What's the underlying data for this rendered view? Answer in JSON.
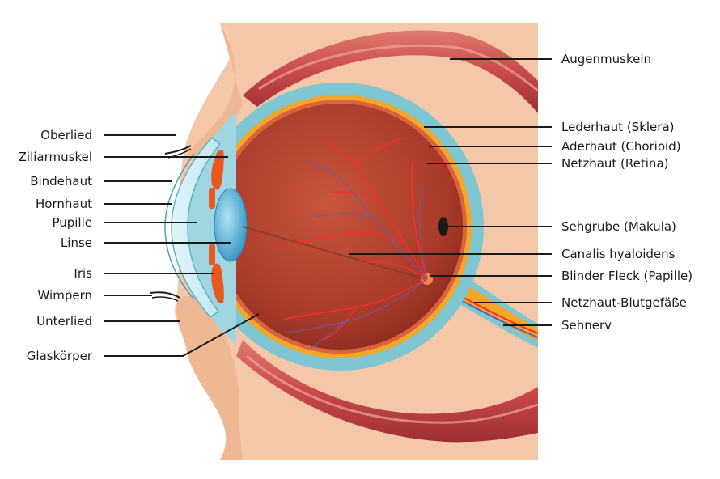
{
  "colors": {
    "skin": "#f4c7a8",
    "muscle": "#c94a4a",
    "sclera": "#7fc6d3",
    "choroid": "#f2a62a",
    "vitreous": "#a63b2c",
    "lens": "#3fa8cf",
    "iris": "#e8591f",
    "vessel_red": "#ff2a2a",
    "vessel_blue": "#5b5fb8",
    "leader": "#1a1a1a"
  },
  "labels_left": [
    {
      "text": "Oberlied"
    },
    {
      "text": "Ziliarmuskel"
    },
    {
      "text": "Bindehaut"
    },
    {
      "text": "Hornhaut"
    },
    {
      "text": "Pupille"
    },
    {
      "text": "Linse"
    },
    {
      "text": "Iris"
    },
    {
      "text": "Wimpern"
    },
    {
      "text": "Unterlied"
    },
    {
      "text": "Glaskörper"
    }
  ],
  "labels_right": [
    {
      "text": "Augenmuskeln"
    },
    {
      "text": "Lederhaut (Sklera)"
    },
    {
      "text": "Aderhaut (Chorioid)"
    },
    {
      "text": "Netzhaut (Retina)"
    },
    {
      "text": "Sehgrube (Makula)"
    },
    {
      "text": "Canalis hyaloidens"
    },
    {
      "text": "Blinder Fleck (Papille)"
    },
    {
      "text": "Netzhaut-Blutgefäße"
    },
    {
      "text": "Sehnerv"
    }
  ]
}
